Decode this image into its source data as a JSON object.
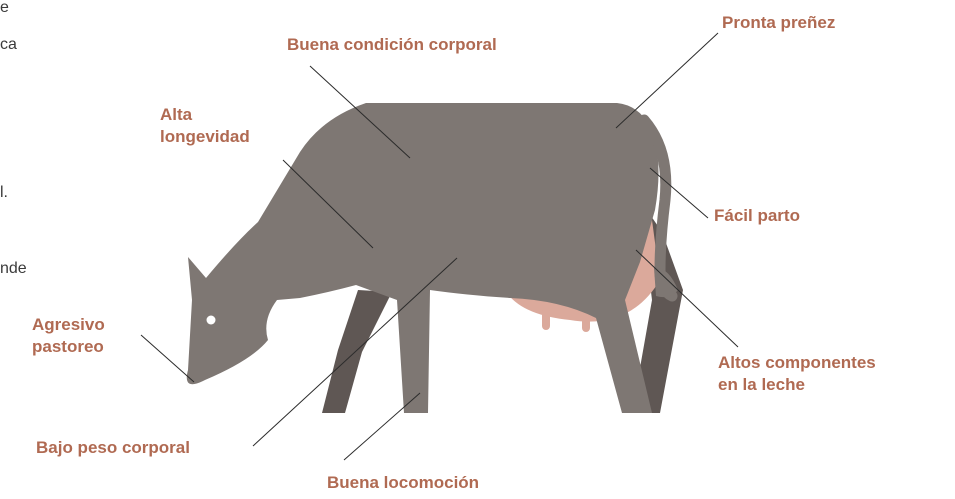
{
  "left_fragments": [
    "e",
    "ca",
    "l.",
    "nde"
  ],
  "labels": {
    "buena_condicion": "Buena condición corporal",
    "pronta_prenez": "Pronta preñez",
    "alta_longevidad": [
      "Alta",
      "longevidad"
    ],
    "facil_parto": "Fácil parto",
    "agresivo_pastoreo": [
      "Agresivo",
      "pastoreo"
    ],
    "altos_componentes": [
      "Altos componentes",
      "en la leche"
    ],
    "bajo_peso": "Bajo peso corporal",
    "buena_locomocion": "Buena locomoción"
  },
  "colors": {
    "label": "#b06a52",
    "cow_body": "#7e7773",
    "cow_dark": "#5f5754",
    "udder": "#dba99b",
    "line": "#2b2b2b"
  }
}
